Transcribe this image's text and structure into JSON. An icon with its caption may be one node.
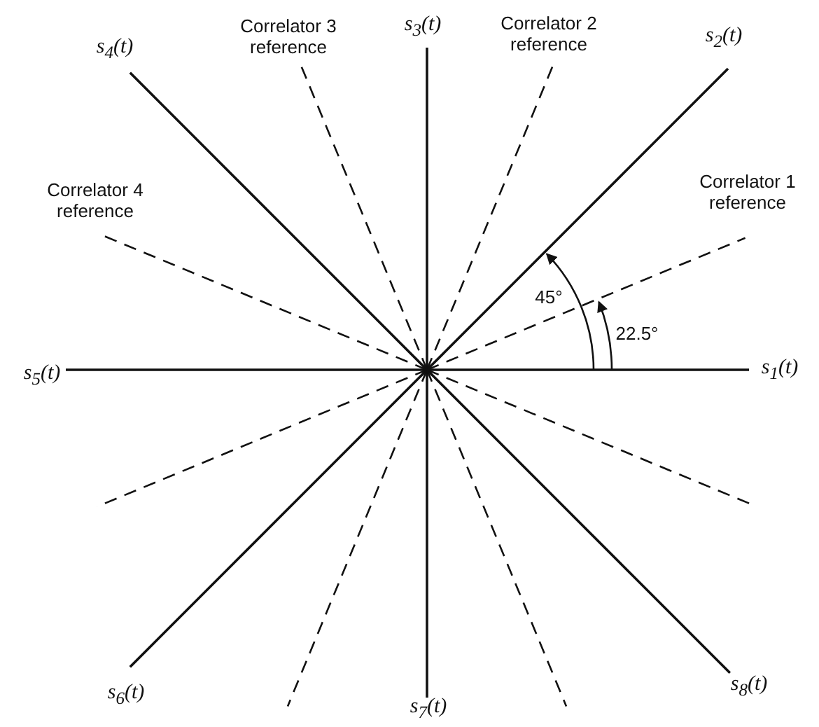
{
  "diagram": {
    "labels": [
      "s$_{4}$(t)",
      "Correlator 3 reference",
      "s$_{3}$(t)",
      "Correlator 2 reference",
      "s$_{2}$(t)",
      "Correlator 4 reference",
      "Correlator 1 reference",
      "45°",
      "22.5°",
      "s$_{5}$(t)",
      "s$_{1}$(t)",
      "s$_{6}$(t)",
      "s$_{7}$(t)",
      "s$_{8}$(t)"
    ]
  }
}
